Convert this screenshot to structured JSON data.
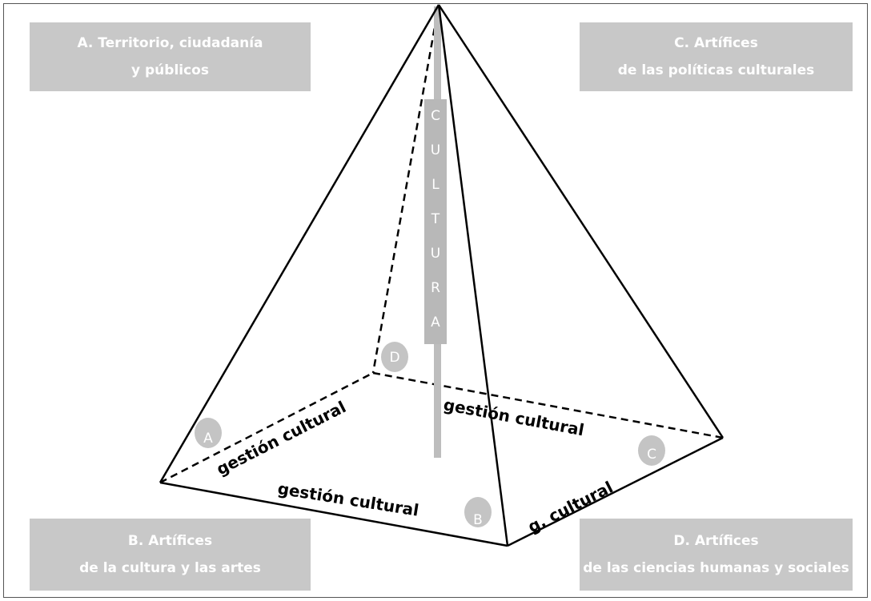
{
  "boxes": {
    "a": {
      "line1": "A. Territorio, ciudadanía",
      "line2": "y públicos"
    },
    "c": {
      "line1": "C.  Artífices",
      "line2": "de las políticas culturales"
    },
    "b": {
      "line1": "B.  Artífices",
      "line2": "de la cultura y las artes"
    },
    "d": {
      "line1": "D. Artífices",
      "line2": "de las ciencias humanas y sociales"
    }
  },
  "axis": {
    "letters": [
      "C",
      "U",
      "L",
      "T",
      "U",
      "R",
      "A"
    ]
  },
  "corners": {
    "a": "A",
    "b": "B",
    "c": "C",
    "d": "D"
  },
  "edges": {
    "left_back": "gestión cultural",
    "back_right": "gestión cultural",
    "front": "gestión cultural",
    "right_front": "g. cultural"
  },
  "colors": {
    "box_fill": "#c8c8c8",
    "axis_fill": "#b8b8b8",
    "line": "#000000",
    "label_text": "#ffffff"
  }
}
